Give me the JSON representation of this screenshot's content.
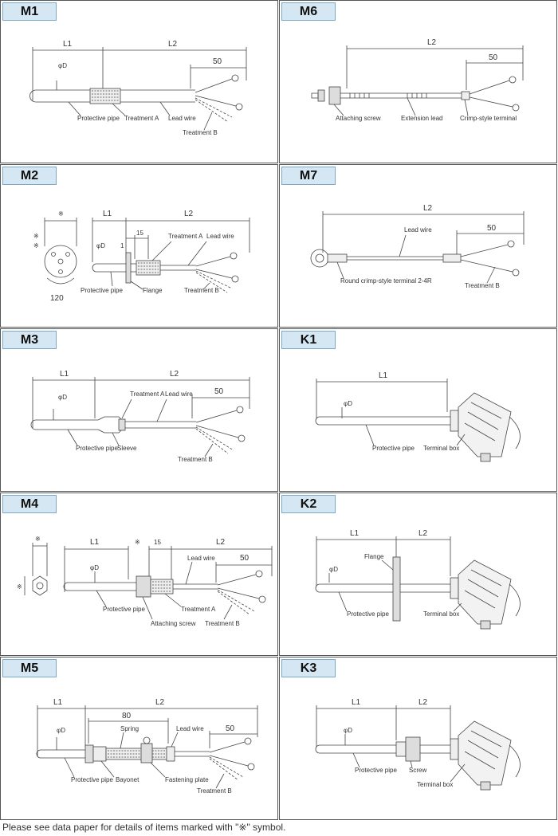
{
  "footnote": "Please see data paper for details of items marked with \"※\" symbol.",
  "panels": {
    "M1": {
      "code": "M1",
      "L1": "L1",
      "L2": "L2",
      "dim50": "50",
      "phiD": "φD",
      "protective_pipe": "Protective pipe",
      "treatment_a": "Treatment A",
      "lead_wire": "Lead wire",
      "treatment_b": "Treatment B"
    },
    "M6": {
      "code": "M6",
      "L2": "L2",
      "dim50": "50",
      "attaching_screw": "Attaching screw",
      "extension_lead": "Extension lead",
      "crimp_terminal": "Crimp-style terminal"
    },
    "M2": {
      "code": "M2",
      "mark": "※",
      "L1": "L1",
      "L2": "L2",
      "dim15": "15",
      "dim1": "1",
      "dim120": "120",
      "phiD": "φD",
      "treatment_a": "Treatment A",
      "lead_wire": "Lead wire",
      "protective_pipe": "Protective pipe",
      "flange": "Flange",
      "treatment_b": "Treatment B"
    },
    "M7": {
      "code": "M7",
      "L2": "L2",
      "dim50": "50",
      "lead_wire": "Lead wire",
      "round_terminal": "Round crimp-style terminal 2-4R",
      "treatment_b": "Treatment B"
    },
    "M3": {
      "code": "M3",
      "L1": "L1",
      "L2": "L2",
      "dim50": "50",
      "phiD": "φD",
      "treatment_a": "Treatment A",
      "lead_wire": "Lead wire",
      "protective_pipe": "Protective pipe",
      "sleeve": "Sleeve",
      "treatment_b": "Treatment B"
    },
    "K1": {
      "code": "K1",
      "L1": "L1",
      "phiD": "φD",
      "protective_pipe": "Protective pipe",
      "terminal_box": "Terminal box"
    },
    "M4": {
      "code": "M4",
      "mark": "※",
      "L1": "L1",
      "L2": "L2",
      "dim15": "15",
      "dim50": "50",
      "phiD": "φD",
      "lead_wire": "Lead wire",
      "protective_pipe": "Protective pipe",
      "treatment_a": "Treatment A",
      "attaching_screw": "Attaching screw",
      "treatment_b": "Treatment B"
    },
    "K2": {
      "code": "K2",
      "L1": "L1",
      "L2": "L2",
      "phiD": "φD",
      "flange": "Flange",
      "protective_pipe": "Protective pipe",
      "terminal_box": "Terminal box"
    },
    "M5": {
      "code": "M5",
      "L1": "L1",
      "L2": "L2",
      "dim80": "80",
      "dim50": "50",
      "phiD": "φD",
      "spring": "Spring",
      "lead_wire": "Lead wire",
      "protective_pipe": "Protective pipe",
      "bayonet": "Bayonet",
      "fastening_plate": "Fastening plate",
      "treatment_b": "Treatment B"
    },
    "K3": {
      "code": "K3",
      "L1": "L1",
      "L2": "L2",
      "phiD": "φD",
      "protective_pipe": "Protective pipe",
      "screw": "Screw",
      "terminal_box": "Terminal box"
    }
  }
}
